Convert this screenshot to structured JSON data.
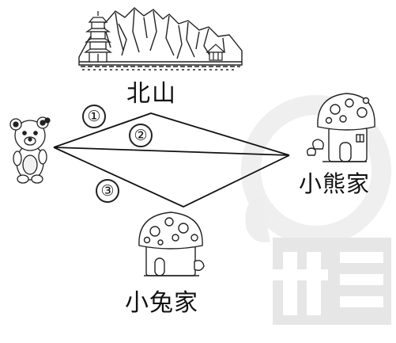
{
  "places": {
    "north_mountain": "北山",
    "bear_home": "小熊家",
    "rabbit_home": "小兔家"
  },
  "routes": [
    {
      "label": "①"
    },
    {
      "label": "②"
    },
    {
      "label": "③"
    }
  ],
  "colors": {
    "ink": "#222222",
    "watermark": "#e6e6e6",
    "background": "#ffffff"
  },
  "icons": {
    "mountain": "mountain-landscape-icon",
    "pagoda": "pagoda-icon",
    "bear": "bear-cub-icon",
    "bear_house": "mushroom-house-icon",
    "rabbit_house": "mushroom-house-icon",
    "watermark": "watermark-logo"
  }
}
